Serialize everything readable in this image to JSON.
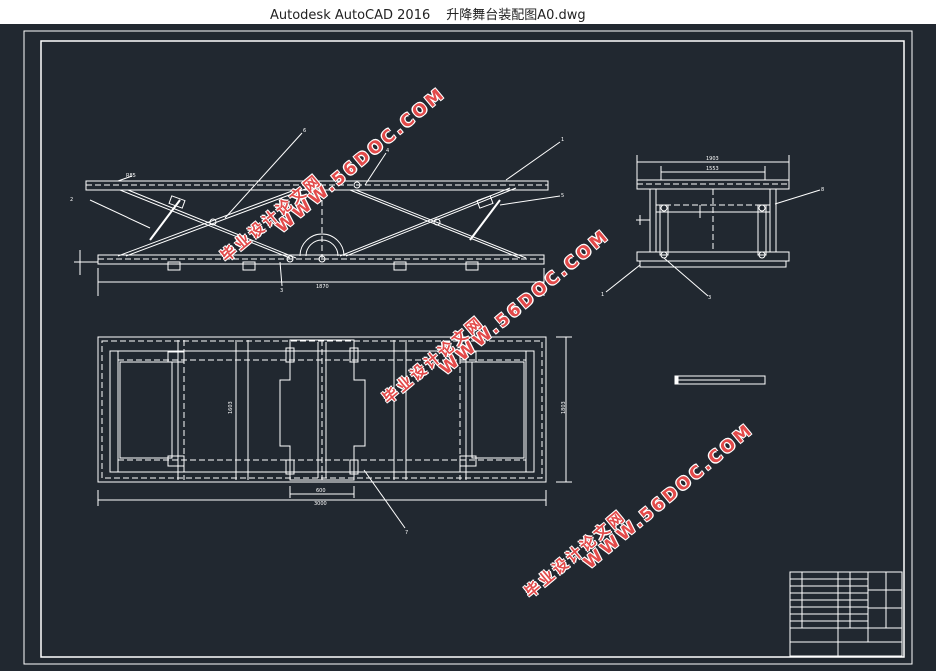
{
  "window": {
    "app_name": "Autodesk AutoCAD 2016",
    "file_name": "升降舞台装配图A0.dwg"
  },
  "watermark": {
    "url": "WWW.56DOC.COM",
    "text": "毕业设计论文网",
    "color": "#e24a4a"
  },
  "colors": {
    "canvas_bg": "#212830",
    "lines": "#ffffff"
  },
  "drawing": {
    "front_view_labels": {
      "l1": "1",
      "l2": "2",
      "l3": "3",
      "l4": "4",
      "l5": "5",
      "l6": "6",
      "dim_bottom": "1870",
      "dim_arc": "R85"
    },
    "side_view_labels": {
      "l1": "1",
      "l3": "3",
      "l8": "8",
      "dim_top": "1903",
      "dim_inner": "1553"
    },
    "top_view_labels": {
      "dim_inner_w": "600",
      "dim_total_w": "3000",
      "dim_h": "1803",
      "dim_h2": "1603",
      "l7": "7"
    }
  }
}
